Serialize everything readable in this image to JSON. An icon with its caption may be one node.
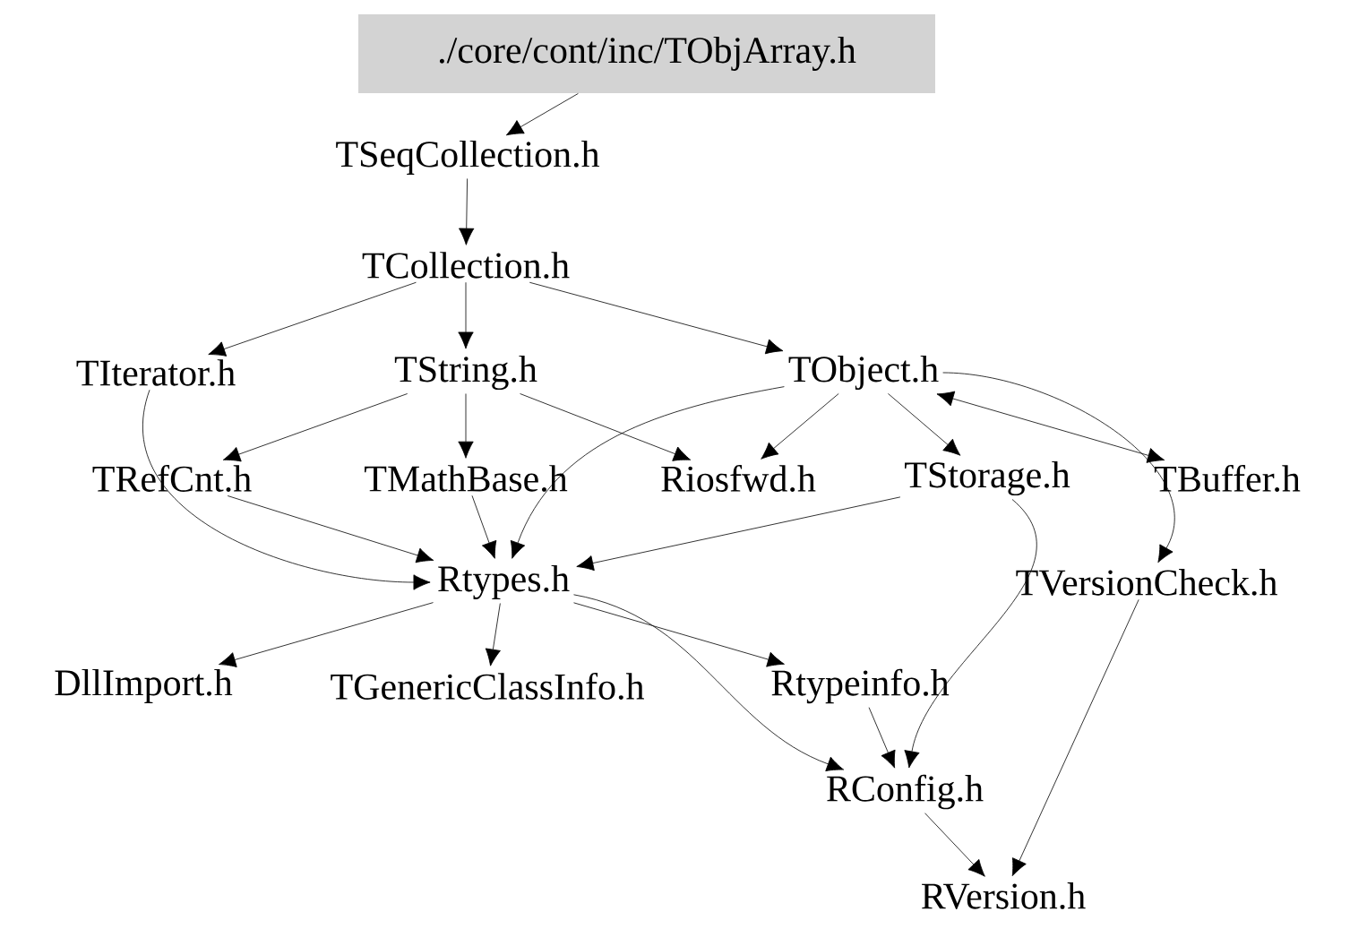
{
  "diagram": {
    "nodes": [
      {
        "text": [
          "./core/cont/inc/TObjArray.h"
        ]
      },
      {
        "text": [
          "TSeqCollection.h"
        ]
      },
      {
        "text": [
          "TCollection.h"
        ]
      },
      {
        "text": [
          "TIterator.h"
        ]
      },
      {
        "text": [
          "TString.h"
        ]
      },
      {
        "text": [
          "TObject.h"
        ]
      },
      {
        "text": [
          "TRefCnt.h"
        ]
      },
      {
        "text": [
          "TMathBase.h"
        ]
      },
      {
        "text": [
          "Riosfwd.h"
        ]
      },
      {
        "text": [
          "TStorage.h"
        ]
      },
      {
        "text": [
          "TBuffer.h"
        ]
      },
      {
        "text": [
          "Rtypes.h"
        ]
      },
      {
        "text": [
          "TVersionCheck.h"
        ]
      },
      {
        "text": [
          "DllImport.h"
        ]
      },
      {
        "text": [
          "TGenericClassInfo.h"
        ]
      },
      {
        "text": [
          "Rtypeinfo.h"
        ]
      },
      {
        "text": [
          "RConfig.h"
        ]
      },
      {
        "text": [
          "RVersion.h"
        ]
      }
    ],
    "edges": [
      {
        "from": 0,
        "to": 1,
        "arrow": "to"
      },
      {
        "from": 1,
        "to": 2,
        "arrow": "to"
      },
      {
        "from": 2,
        "to": 3,
        "arrow": "to"
      },
      {
        "from": 2,
        "to": 4,
        "arrow": "to"
      },
      {
        "from": 2,
        "to": 5,
        "arrow": "to"
      },
      {
        "from": 3,
        "to": 11,
        "arrow": "to"
      },
      {
        "from": 4,
        "to": 6,
        "arrow": "to"
      },
      {
        "from": 4,
        "to": 7,
        "arrow": "to"
      },
      {
        "from": 4,
        "to": 8,
        "arrow": "to"
      },
      {
        "from": 5,
        "to": 8,
        "arrow": "to"
      },
      {
        "from": 5,
        "to": 9,
        "arrow": "to"
      },
      {
        "from": 5,
        "to": 10,
        "arrow": "both"
      },
      {
        "from": 5,
        "to": 11,
        "arrow": "to"
      },
      {
        "from": 5,
        "to": 12,
        "arrow": "to"
      },
      {
        "from": 6,
        "to": 11,
        "arrow": "to"
      },
      {
        "from": 7,
        "to": 11,
        "arrow": "to"
      },
      {
        "from": 9,
        "to": 11,
        "arrow": "to"
      },
      {
        "from": 9,
        "to": 16,
        "arrow": "to"
      },
      {
        "from": 11,
        "to": 13,
        "arrow": "to"
      },
      {
        "from": 11,
        "to": 14,
        "arrow": "to"
      },
      {
        "from": 11,
        "to": 15,
        "arrow": "to"
      },
      {
        "from": 11,
        "to": 16,
        "arrow": "to"
      },
      {
        "from": 15,
        "to": 16,
        "arrow": "to"
      },
      {
        "from": 16,
        "to": 17,
        "arrow": "to"
      },
      {
        "from": 12,
        "to": 17,
        "arrow": "to"
      }
    ]
  }
}
